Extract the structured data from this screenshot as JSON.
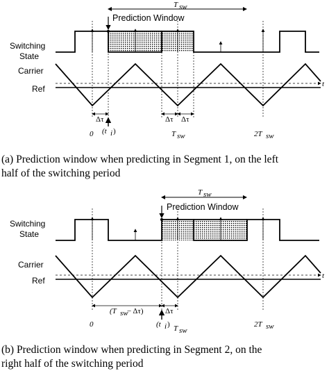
{
  "panel_a": {
    "ylabel_switching_line1": "Switching",
    "ylabel_switching_line2": "State",
    "ylabel_carrier": "Carrier",
    "ylabel_ref": "Ref",
    "axis_t": "t",
    "prediction_window": "Prediction Window",
    "period": "T",
    "period_sub": "sw",
    "tick_0": "0",
    "tick_tsw": "T",
    "tick_tsw_sub": "sw",
    "tick_2tsw": "2T",
    "tick_2tsw_sub": "sw",
    "delta_tau": "Δτ",
    "t_i": "(t",
    "t_i_sub": "i",
    "t_i_close": ")",
    "caption_line1": "(a) Prediction window when predicting in Segment 1, on the left",
    "caption_line2": "half of the switching period"
  },
  "panel_b": {
    "ylabel_switching_line1": "Switching",
    "ylabel_switching_line2": "State",
    "ylabel_carrier": "Carrier",
    "ylabel_ref": "Ref",
    "axis_t": "t",
    "prediction_window": "Prediction Window",
    "period": "T",
    "period_sub": "sw",
    "tick_0": "0",
    "tick_tsw": "T",
    "tick_tsw_sub": "sw",
    "tick_2tsw": "2T",
    "tick_2tsw_sub": "sw",
    "delta_tau": "Δτ",
    "tsw_minus_dtau_open": "(T",
    "tsw_minus_dtau_sub": "sw",
    "tsw_minus_dtau_rest": " − Δτ)",
    "t_i": "(t",
    "t_i_sub": "i",
    "t_i_close": ")",
    "caption_line1": "(b) Prediction window when predicting in Segment 2, on the",
    "caption_line2": "right half of the switching period"
  }
}
